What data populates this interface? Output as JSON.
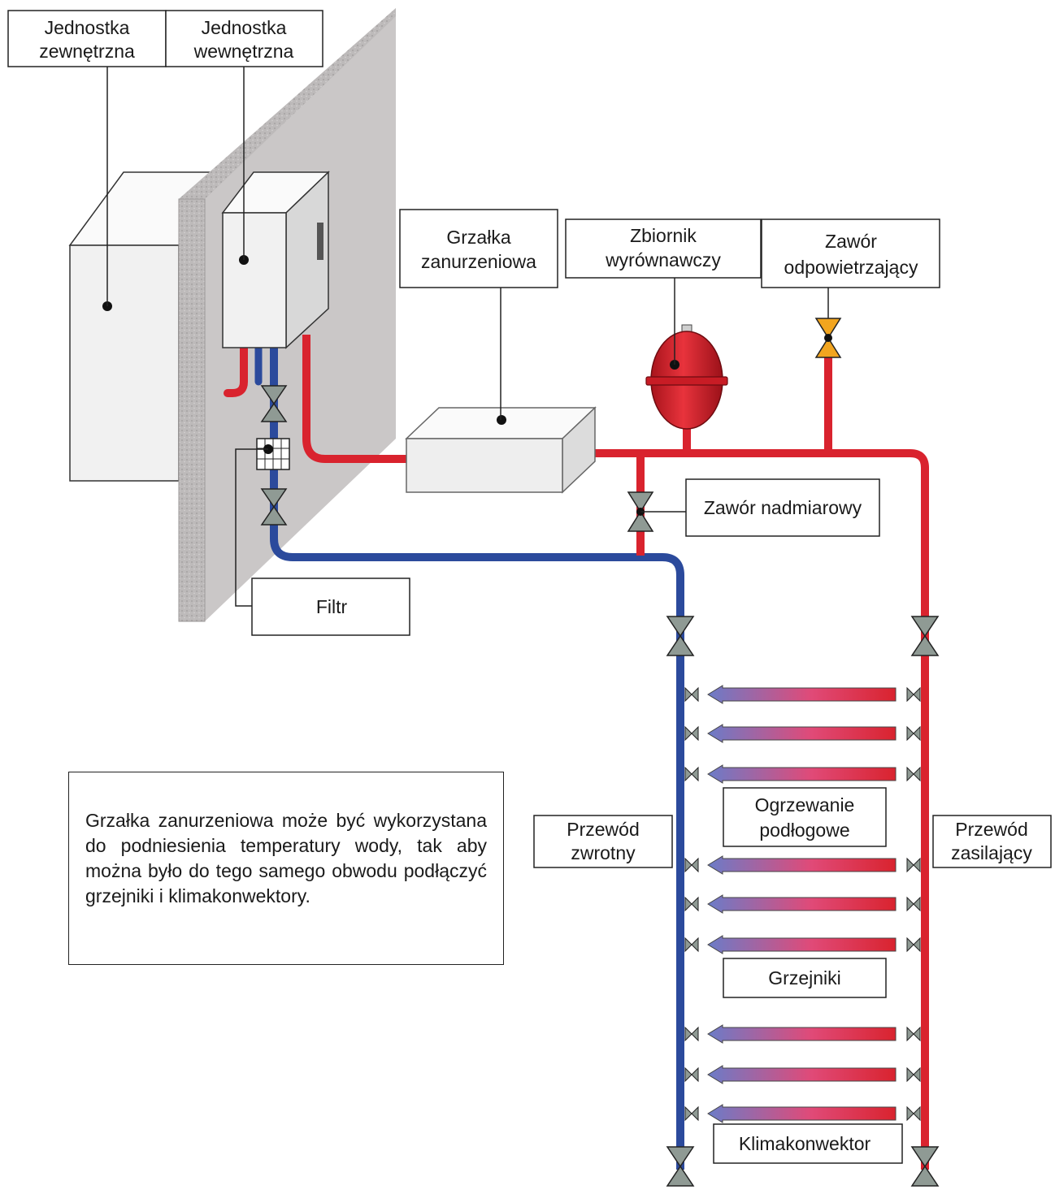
{
  "labels": {
    "outdoor_unit": [
      "Jednostka",
      "zewnętrzna"
    ],
    "indoor_unit": [
      "Jednostka",
      "wewnętrzna"
    ],
    "immersion_heater": [
      "Grzałka",
      "zanurzeniowa"
    ],
    "expansion_tank": [
      "Zbiornik",
      "wyrównawczy"
    ],
    "air_vent_valve": [
      "Zawór",
      "odpowietrzający"
    ],
    "bypass_valve": "Zawór nadmiarowy",
    "filter": "Filtr",
    "return_pipe": [
      "Przewód",
      "zwrotny"
    ],
    "supply_pipe": [
      "Przewód",
      "zasilający"
    ],
    "underfloor_heating": [
      "Ogrzewanie",
      "podłogowe"
    ],
    "radiators": "Grzejniki",
    "fan_coil": "Klimakonwektor"
  },
  "note": "Grzałka zanurzeniowa może być wykorzystana do podniesienia temperatury wody, tak aby można było do tego samego obwodu podłączyć grzejniki i klimakonwektory.",
  "colors": {
    "supply": "#d9232e",
    "return": "#2b4a9c",
    "valve": "#8f9a94",
    "air_vent": "#f2a51f",
    "wall": "#c9c6c6",
    "unit": "#f1f1f1",
    "tank": "#d9232e"
  }
}
